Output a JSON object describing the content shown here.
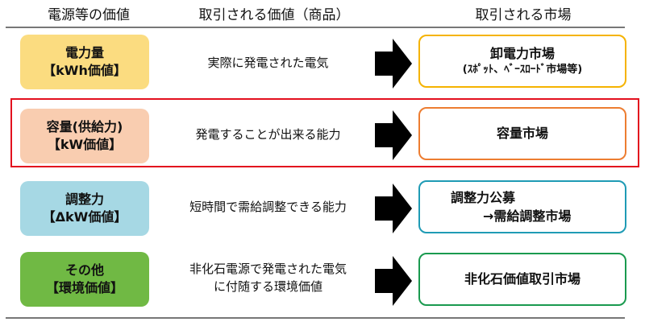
{
  "headers": [
    "電源等の価値",
    "取引される価値（商品）",
    "取引される市場"
  ],
  "rows": [
    {
      "value_name": "電力量",
      "value_unit": "【kWh価値】",
      "commodity": [
        "実際に発電された電気"
      ],
      "market": [
        "卸電力市場",
        "(ｽﾎﾟｯﾄ、ﾍﾞｰｽﾛｰﾄﾞ市場等)"
      ],
      "fill": "#fbdc80",
      "border": "#f5b300"
    },
    {
      "value_name": "容量(供給力)",
      "value_unit": "【kW価値】",
      "commodity": [
        "発電することが出来る能力"
      ],
      "market": [
        "容量市場"
      ],
      "fill": "#f9cdb0",
      "border": "#ed7d31",
      "highlighted": true
    },
    {
      "value_name": "調整力",
      "value_unit": "【ΔkW価値】",
      "commodity": [
        "短時間で需給調整できる能力"
      ],
      "market": [
        "調整力公募",
        "→需給調整市場"
      ],
      "fill": "#a6d8e4",
      "border": "#1f9bb5"
    },
    {
      "value_name": "その他",
      "value_unit": "【環境価値】",
      "commodity": [
        "非化石電源で発電された電気",
        "に付随する環境価値"
      ],
      "market": [
        "非化石価値取引市場"
      ],
      "fill": "#70b944",
      "border": "#1a9a4f"
    }
  ],
  "highlight_color": "#e3101e"
}
